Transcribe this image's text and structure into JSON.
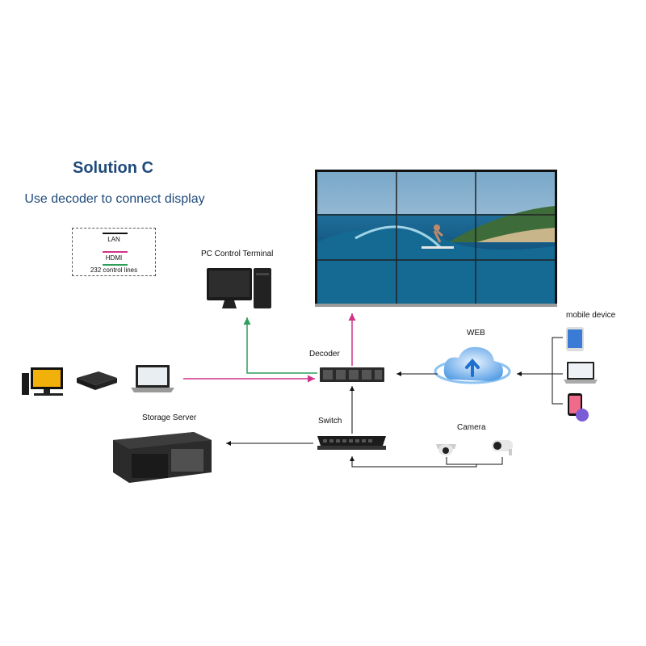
{
  "title": "Solution C",
  "subtitle": "Use decoder to connect display",
  "legend": {
    "items": [
      {
        "label": "LAN",
        "color": "#111111"
      },
      {
        "label": "HDMI",
        "color": "#d1328a"
      },
      {
        "label": "232 control lines",
        "color": "#2e9e5b"
      }
    ]
  },
  "labels": {
    "pc_control": "PC Control Terminal",
    "decoder": "Decoder",
    "web": "WEB",
    "mobile": "mobile device",
    "switch": "Switch",
    "camera": "Camera",
    "storage": "Storage Server"
  },
  "colors": {
    "lan": "#111111",
    "hdmi": "#d1328a",
    "control": "#2e9e5b",
    "title": "#1f4a7a"
  }
}
